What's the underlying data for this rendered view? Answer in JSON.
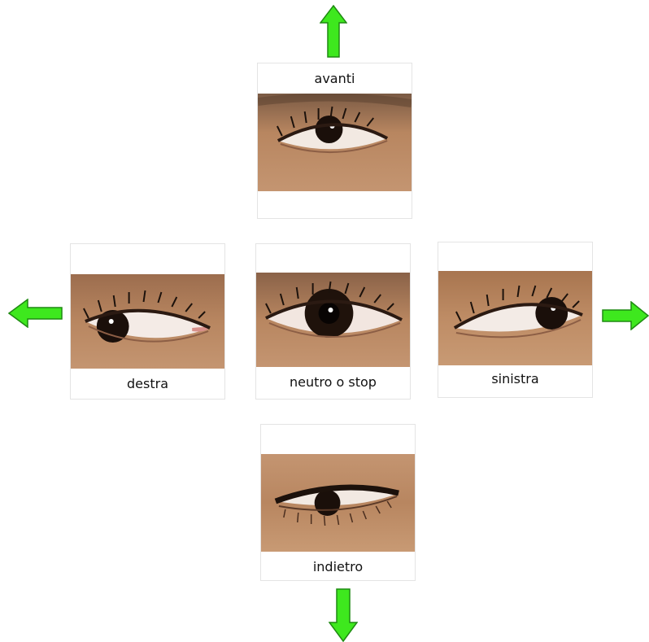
{
  "directions": {
    "up": {
      "label": "avanti",
      "gaze": "up"
    },
    "left": {
      "label": "destra",
      "gaze": "left"
    },
    "center": {
      "label": "neutro o stop",
      "gaze": "center"
    },
    "right": {
      "label": "sinistra",
      "gaze": "right"
    },
    "down": {
      "label": "indietro",
      "gaze": "down"
    }
  },
  "colors": {
    "arrow_fill": "#3ee81e",
    "arrow_stroke": "#1f8a12",
    "skin": "#b88660"
  },
  "icons": [
    "arrow-up-icon",
    "arrow-left-icon",
    "arrow-right-icon",
    "arrow-down-icon"
  ]
}
